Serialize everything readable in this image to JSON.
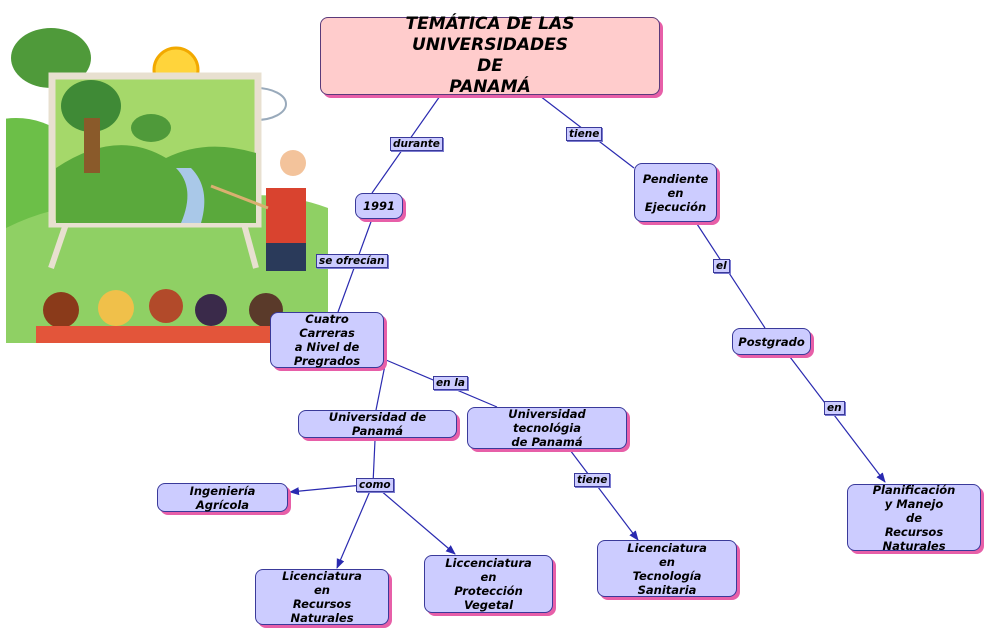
{
  "colors": {
    "node_fill": "#ccccff",
    "main_fill": "#ffcccc",
    "shadow": "#e75fa8",
    "line": "#2a2ab0"
  },
  "nodes": {
    "main": "TEMÁTICA DE LAS UNIVERSIDADES\nDE\nPANAMÁ",
    "year": "1991",
    "pendiente": "Pendiente\nen\nEjecución",
    "cuatro": "Cuatro Carreras\na Nivel de\nPregrados",
    "postgrado": "Postgrado",
    "up": "Universidad de Panamá",
    "utp": "Universidad tecnológia\nde Panamá",
    "agricola": "Ingeniería Agrícola",
    "recursos": "Licenciatura\nen\nRecursos Naturales",
    "proteccion": "Liccenciatura\nen\nProtección Vegetal",
    "sanitaria": "Licenciatura\nen\nTecnología Sanitaria",
    "planificacion": "Planificación\ny Manejo\nde\nRecursos Naturales"
  },
  "links": {
    "durante": "durante",
    "tiene1": "tiene",
    "se_ofrecian": "se ofrecían",
    "el": "el",
    "en_la": "en la",
    "en": "en",
    "como": "como",
    "tiene2": "tiene"
  },
  "illustration": {
    "icon": "teacher-classroom-illustration"
  }
}
